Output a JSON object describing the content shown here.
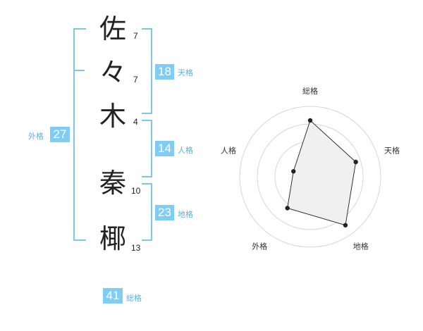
{
  "name": {
    "chars": [
      {
        "char": "佐",
        "strokes": "7"
      },
      {
        "char": "々",
        "strokes": "7"
      },
      {
        "char": "木",
        "strokes": "4"
      },
      {
        "char": "秦",
        "strokes": "10"
      },
      {
        "char": "椰",
        "strokes": "13"
      }
    ]
  },
  "fortune": {
    "tenkaku": {
      "value": "18",
      "label": "天格"
    },
    "jinkaku": {
      "value": "14",
      "label": "人格"
    },
    "chikaku": {
      "value": "23",
      "label": "地格"
    },
    "gaikaku": {
      "value": "27",
      "label": "外格"
    },
    "soukaku": {
      "value": "41",
      "label": "総格"
    }
  },
  "chart_data": {
    "type": "radar",
    "axes": [
      "総格",
      "天格",
      "地格",
      "外格",
      "人格"
    ],
    "values": [
      0.8,
      0.68,
      0.85,
      0.55,
      0.25
    ],
    "rings": 4,
    "fill_color": "#f0f0f0",
    "line_color": "#333333"
  },
  "colors": {
    "accent": "#7fcdf5",
    "bracket": "#7fc4ea",
    "label": "#5ab3e0"
  }
}
